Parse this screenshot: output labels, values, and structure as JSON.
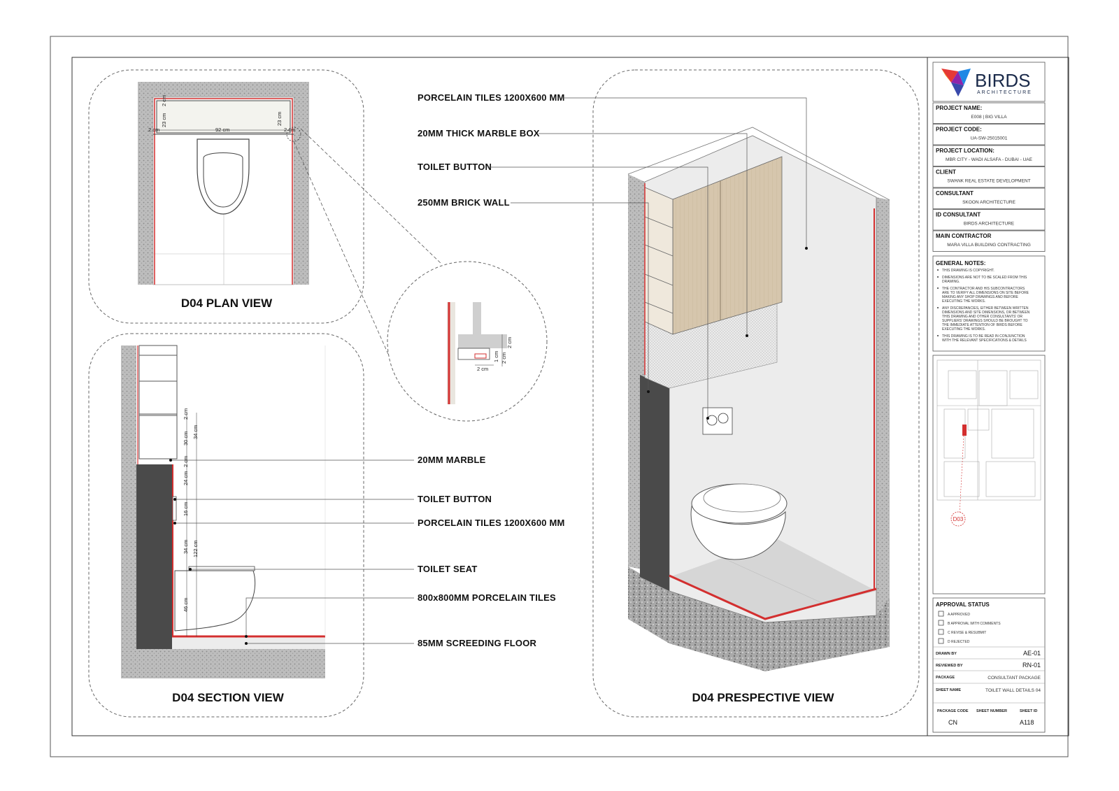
{
  "views": {
    "plan_title": "D04 PLAN VIEW",
    "section_title": "D04 SECTION VIEW",
    "perspective_title": "D04 PRESPECTIVE VIEW"
  },
  "callouts": {
    "porcelain_tiles_top": "PORCELAIN TILES 1200X600 MM",
    "marble_box": "20MM THICK MARBLE BOX",
    "toilet_button_top": "TOILET BUTTON",
    "brick_wall": "250MM BRICK WALL",
    "marble_20": "20MM MARBLE",
    "toilet_button_bottom": "TOILET BUTTON",
    "porcelain_tiles_bottom": "PORCELAIN TILES 1200X600 MM",
    "toilet_seat": "TOILET SEAT",
    "floor_tiles": "800x800MM PORCELAIN TILES",
    "screeding": "85MM SCREEDING FLOOR"
  },
  "plan_dims": {
    "d_2cm_a": "2 cm",
    "d_23cm_a": "23 cm",
    "d_2cm_b": "2 cm",
    "d_92cm": "92 cm",
    "d_23cm_b": "23 cm",
    "d_2cm_c": "2 cm"
  },
  "detail_dims": {
    "d_1cm": "1 cm",
    "d_2cm_a": "2 cm",
    "d_2cm_b": "2 cm",
    "d_2cm_c": "2 cm"
  },
  "section_dims": {
    "d_2cm_top": "2 cm",
    "d_30cm": "30 cm",
    "d_34cm_a": "34 cm",
    "d_2cm_mid": "2 cm",
    "d_24cm": "24 cm",
    "d_16cm": "16 cm",
    "d_34cm_b": "34 cm",
    "d_122cm": "122 cm",
    "d_46cm": "46 cm"
  },
  "title_block": {
    "brand": "BIRDS",
    "brand_sub": "ARCHITECTURE",
    "fields": [
      {
        "label": "PROJECT NAME:",
        "value": "E008 | BIG VILLA"
      },
      {
        "label": "PROJECT CODE:",
        "value": "UA-SW-25015001"
      },
      {
        "label": "PROJECT LOCATION:",
        "value": "MBR CITY - WADI ALSAFA - DUBAI - UAE"
      },
      {
        "label": "CLIENT",
        "value": "SWANK REAL ESTATE DEVELOPMENT"
      },
      {
        "label": "CONSULTANT",
        "value": "SKOON ARCHITECTURE"
      },
      {
        "label": "ID CONSULTANT",
        "value": "BIRDS ARCHITECTURE"
      },
      {
        "label": "MAIN CONTRACTOR",
        "value": "MARA VILLA BUILDING CONTRACTING"
      }
    ],
    "notes_title": "GENERAL NOTES:",
    "notes": [
      [
        "THIS DRAWING IS COPYRIGHT."
      ],
      [
        "DIMENSIONS ARE NOT TO BE SCALED FROM THIS",
        "DRAWING."
      ],
      [
        "THE CONTRACTOR AND HIS SUBCONTRACTORS",
        "ARE TO VERIFY ALL DIMENSIONS ON SITE BEFORE",
        "MAKING ANY SHOP DRAWINGS AND BEFORE",
        "EXECUTING THE WORKS."
      ],
      [
        "ANY DISCREPANCIES, EITHER BETWEEN WRITTEN",
        "DIMENSIONS AND SITE DIMENSIONS, OR BETWEEN",
        "THIS DRAWING AND OTHER CONSULTANTS' OR",
        "SUPPLIERS' DRAWINGS SHOULD BE BROUGHT TO",
        "THE IMMEDIATE ATTENTION OF BIRDS BEFORE",
        "EXECUTING THE WORKS."
      ],
      [
        "THIS DRAWING IS TO BE READ IN CONJUNCTION",
        "WITH THE RELEVANT SPECIFICATIONS & DETAILS"
      ]
    ],
    "key_plan_tag": "D03",
    "approval_title": "APPROVAL STATUS",
    "approval_items": [
      "A APPROVED",
      "B APPROVAL WITH COMMENTS",
      "C REVISE & RESUBMIT",
      "D REJECTED"
    ],
    "drawn_by_label": "DRAWN BY",
    "drawn_by": "AE-01",
    "reviewed_by_label": "REVIEWED BY",
    "reviewed_by": "RN-01",
    "package_label": "PACKAGE",
    "package": "CONSULTANT PACKAGE",
    "sheet_name_label": "SHEET NAME",
    "sheet_name": "TOILET WALL DETAILS 04",
    "package_code_label": "PACKAGE CODE",
    "sheet_number_label": "SHEET NUMBER",
    "sheet_id_label": "SHEET ID",
    "package_code": "CN",
    "sheet_id": "A118"
  },
  "colors": {
    "red_line": "#d32f2f",
    "wall_grey": "#c9c9c9",
    "dark_panel": "#4a4a4a",
    "wood": "#d8c8b0"
  }
}
